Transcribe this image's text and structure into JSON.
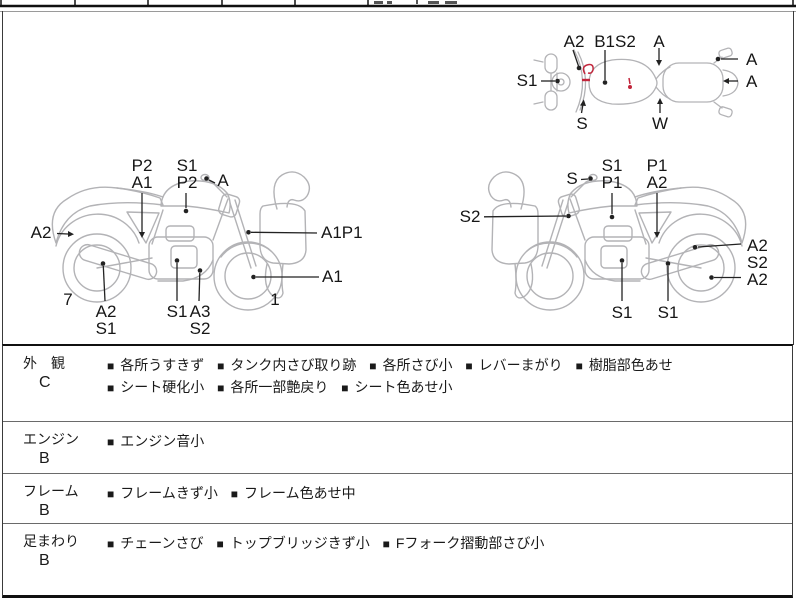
{
  "bullet": "■",
  "colors": {
    "art": "#b3b3b6",
    "ink": "#1a1a1a",
    "mark": "#c2263c"
  },
  "top_view": {
    "labels": {
      "t1": "A2",
      "t2": "B1S2",
      "t3": "A",
      "t4": "A",
      "t5": "A",
      "t6": "S1",
      "t7": "S",
      "t8": "W"
    }
  },
  "left_view": {
    "labels": {
      "l1": "P2",
      "l2": "A1",
      "l3": "S1",
      "l4": "P2",
      "l5": "A",
      "l6": "A2",
      "l7": "A1P1",
      "l8": "A1",
      "l9": "A2",
      "l10": "S1",
      "l11": "S1",
      "l12": "A3",
      "l13": "S2",
      "l14": "7",
      "l15": "1"
    }
  },
  "right_view": {
    "labels": {
      "r1": "S",
      "r2": "S1",
      "r3": "P1",
      "r4": "P1",
      "r5": "A2",
      "r6": "S2",
      "r7": "A2",
      "r8": "S2",
      "r9": "A2",
      "r10": "S1",
      "r11": "S1"
    }
  },
  "table": {
    "rows": [
      {
        "label": "外　観",
        "grade": "C",
        "items": [
          "各所うすきず",
          "タンク内さび取り跡",
          "各所さび小",
          "レバーまがり",
          "樹脂部色あせ",
          "シート硬化小",
          "各所一部艶戻り",
          "シート色あせ小"
        ]
      },
      {
        "label": "エンジン",
        "grade": "B",
        "items": [
          "エンジン音小"
        ]
      },
      {
        "label": "フレーム",
        "grade": "B",
        "items": [
          "フレームきず小",
          "フレーム色あせ中"
        ]
      },
      {
        "label": "足まわり",
        "grade": "B",
        "items": [
          "チェーンさび",
          "トップブリッジきず小",
          "Fフォーク摺動部さび小"
        ]
      }
    ]
  }
}
